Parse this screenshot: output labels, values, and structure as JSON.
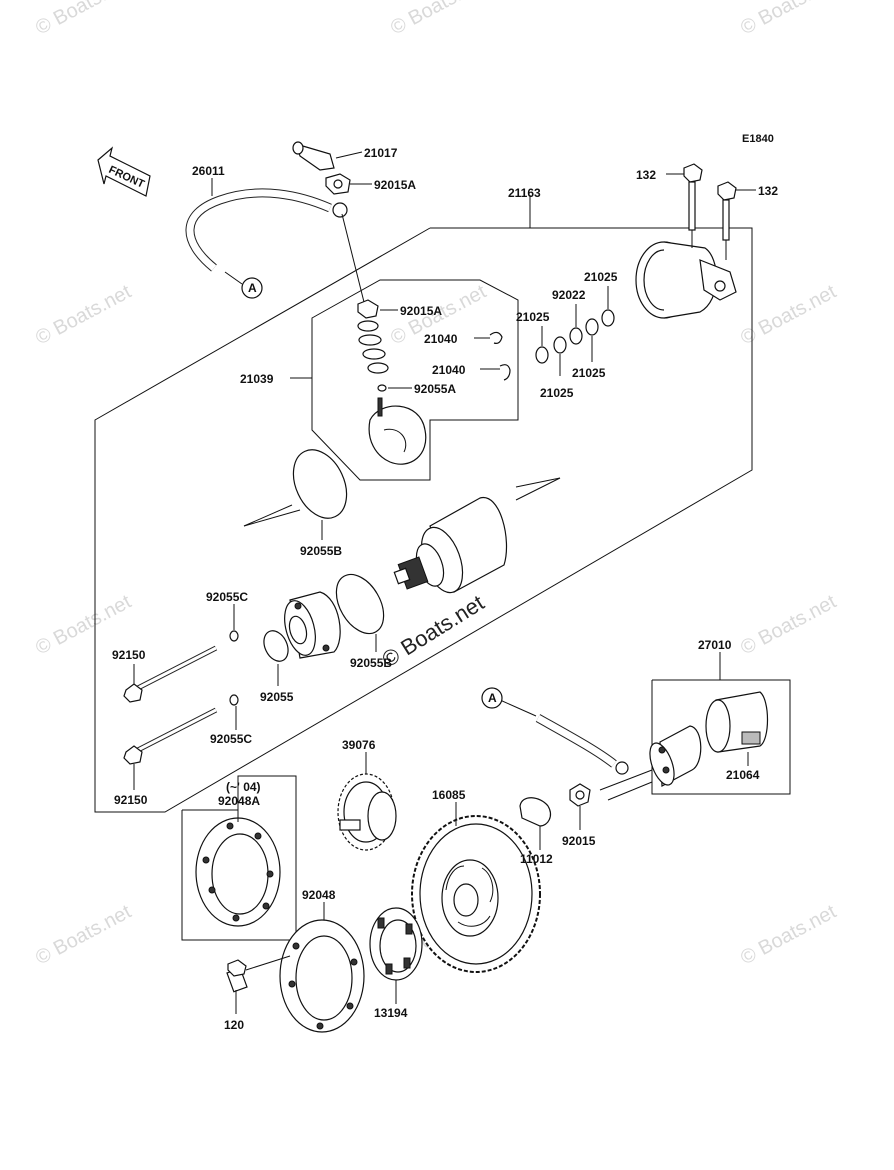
{
  "diagram_code": "E1840",
  "front_label": "FRONT",
  "watermark": "© Boats.net",
  "callout_marker": "A",
  "note": "(~' 04)",
  "parts": {
    "p21017": "21017",
    "p92015A_top": "92015A",
    "p26011": "26011",
    "p21163": "21163",
    "p132_left": "132",
    "p132_right": "132",
    "p21025_a": "21025",
    "p92022": "92022",
    "p21025_b": "21025",
    "p21025_c": "21025",
    "p21025_d": "21025",
    "p92015A_mid": "92015A",
    "p21040_a": "21040",
    "p21040_b": "21040",
    "p21039": "21039",
    "p92055A": "92055A",
    "p92055B_top": "92055B",
    "p92055C_top": "92055C",
    "p92150_top": "92150",
    "p92055": "92055",
    "p92055B_bot": "92055B",
    "p92055C_bot": "92055C",
    "p92150_bot": "92150",
    "p27010": "27010",
    "p21064": "21064",
    "p39076": "39076",
    "p16085": "16085",
    "p92015": "92015",
    "p11012": "11012",
    "p92048A": "92048A",
    "p92048": "92048",
    "p120": "120",
    "p13194": "13194"
  }
}
